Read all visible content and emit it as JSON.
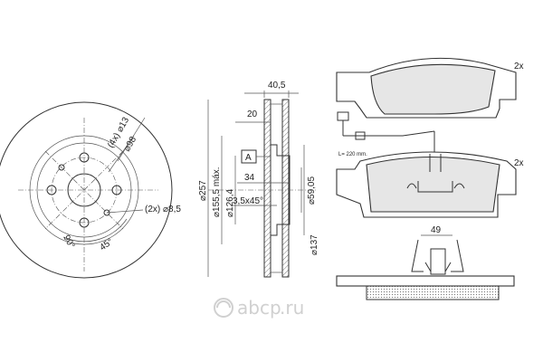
{
  "disc_front": {
    "bolt_count_diameter": "(4x) ⌀13",
    "bolt_circle": "⌀98",
    "hole_spec": "(2x) ⌀8,5",
    "angle_90": "90°",
    "angle_45": "45°"
  },
  "disc_section": {
    "thickness": "40,5",
    "inner_offset": "20",
    "datum": "A",
    "height": "34",
    "chamfer": "3,5x45°",
    "outer_diameter": "⌀257",
    "max_diameter": "⌀155,5 máx.",
    "hub_diameter": "⌀126,4",
    "center_bore": "⌀59,05",
    "inner_diameter": "⌀137"
  },
  "pads": {
    "top_qty": "2x",
    "bottom_qty": "2x",
    "sensor_length": "L= 220 mm.",
    "clip_width": "49"
  },
  "watermark": {
    "brand": "abcp",
    "domain": ".ru"
  }
}
